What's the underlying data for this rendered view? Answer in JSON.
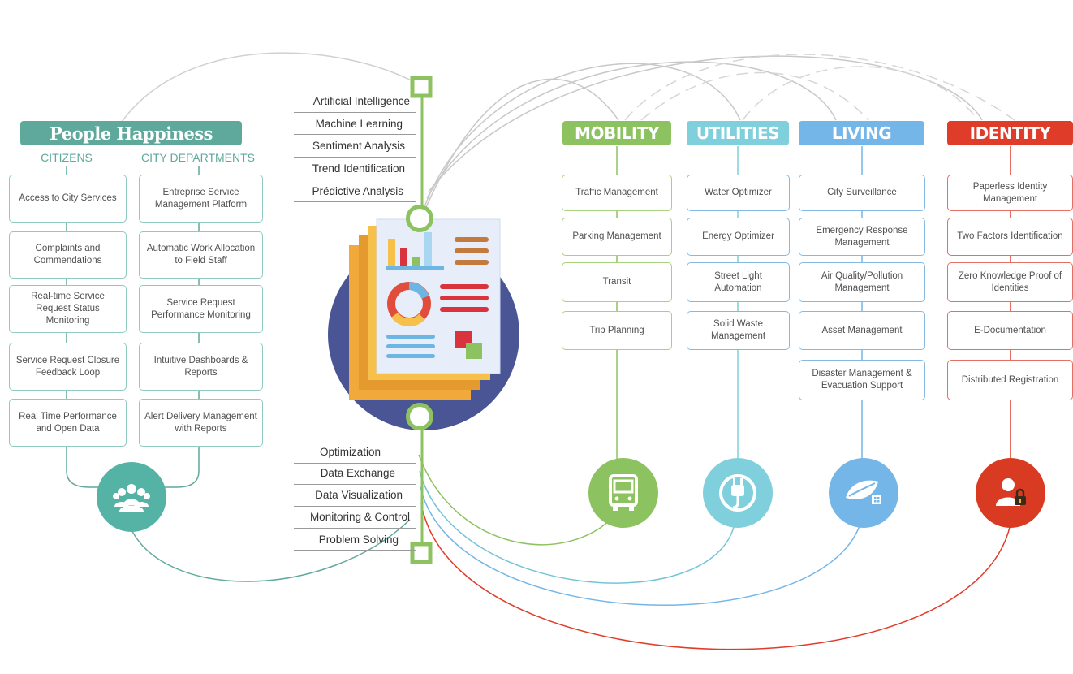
{
  "people_happiness": {
    "title": "People Happiness",
    "citizens_label": "CITIZENS",
    "departments_label": "CITY DEPARTMENTS",
    "citizens": [
      "Access to City Services",
      "Complaints and Commendations",
      "Real-time Service Request Status Monitoring",
      "Service Request Closure Feedback Loop",
      "Real Time Performance and Open Data"
    ],
    "departments": [
      "Entreprise Service Management Platform",
      "Automatic Work Allocation to Field Staff",
      "Service Request Performance Monitoring",
      "Intuitive Dashboards & Reports",
      "Alert Delivery Management with Reports"
    ],
    "icon": "people-group-icon"
  },
  "tech_top": [
    "Artificial Intelligence",
    "Machine Learning",
    "Sentiment Analysis",
    "Trend Identification",
    "Prédictive Analysis"
  ],
  "tech_bottom": [
    "Optimization",
    "Data Exchange",
    "Data Visualization",
    "Monitoring & Control",
    "Problem Solving"
  ],
  "center_icon": "analytics-report-icon",
  "categories": {
    "mobility": {
      "title": "MOBILITY",
      "color": "#8dc261",
      "icon": "bus-icon",
      "items": [
        "Traffic Management",
        "Parking Management",
        "Transit",
        "Trip Planning"
      ]
    },
    "utilities": {
      "title": "UTILITIES",
      "color": "#7fd0dc",
      "icon": "plug-icon",
      "items": [
        "Water Optimizer",
        "Energy Optimizer",
        "Street Light Automation",
        "Solid Waste Management"
      ]
    },
    "living": {
      "title": "LIVING",
      "color": "#74b6e8",
      "icon": "leaf-home-icon",
      "items": [
        "City Surveillance",
        "Emergency Response Management",
        "Air Quality/Pollution Management",
        "Asset Management",
        "Disaster Management & Evacuation Support"
      ]
    },
    "identity": {
      "title": "IDENTITY",
      "color": "#e03c2a",
      "icon": "user-lock-icon",
      "items": [
        "Paperless Identity Management",
        "Two Factors Identification",
        "Zero Knowledge Proof of Identities",
        "E-Documentation",
        "Distributed Registration"
      ]
    }
  },
  "colors": {
    "teal": "#5fa99c",
    "teal_icon": "#55b3a6",
    "navy": "#4a5596",
    "green_connector": "#8dc261"
  }
}
